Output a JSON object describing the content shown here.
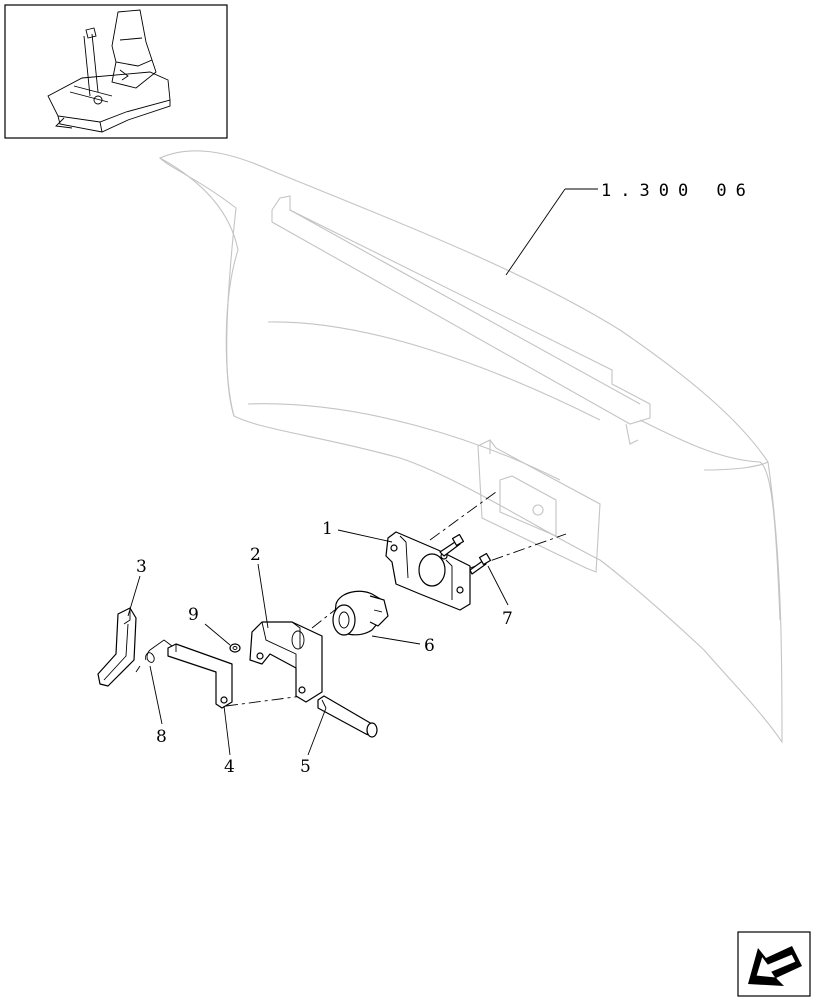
{
  "reference_label": "1.300 06",
  "callouts": {
    "c1": "1",
    "c2": "2",
    "c3": "3",
    "c4": "4",
    "c5": "5",
    "c6": "6",
    "c7": "7",
    "c8": "8",
    "c9": "9"
  },
  "icons": {
    "thumbnail": "machine-overview-thumbnail",
    "nav": "arrow-bottom-left-icon"
  }
}
